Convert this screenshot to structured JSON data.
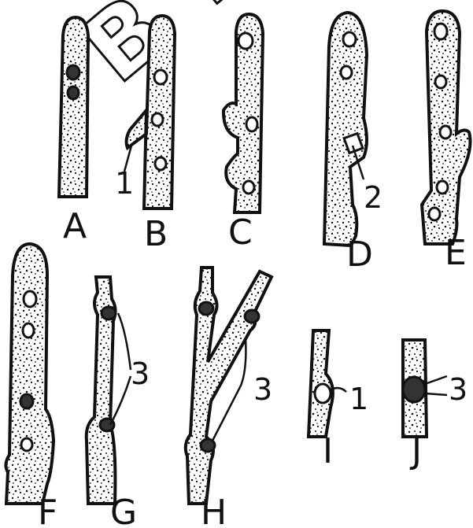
{
  "figure": {
    "panel_labels": [
      "A",
      "B",
      "C",
      "D",
      "E",
      "F",
      "G",
      "H",
      "I",
      "J"
    ],
    "annotations": {
      "b_marker": "1",
      "d_marker": "2",
      "g_marker": "3",
      "h_marker": "3",
      "i_marker": "1",
      "j_marker": "3"
    },
    "watermark": "B R"
  },
  "colors": {
    "ink": "#111111",
    "background": "#ffffff"
  }
}
